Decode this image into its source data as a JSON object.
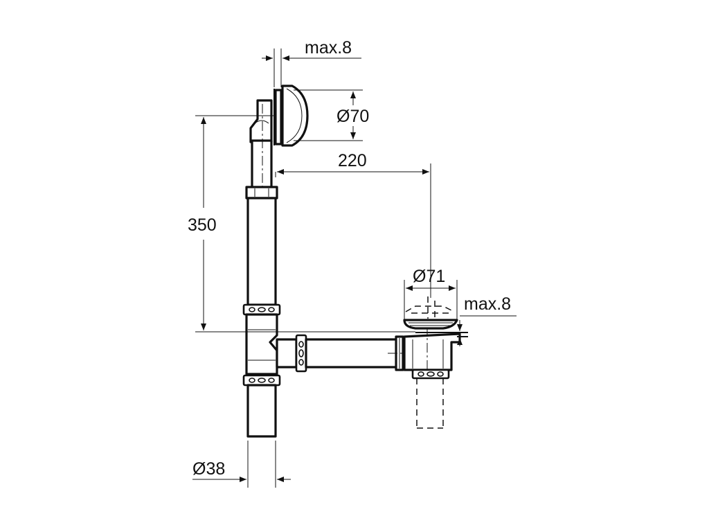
{
  "dimensions": {
    "overflow_wall_thickness": "max.8",
    "overflow_diameter": "Ø70",
    "horizontal_distance": "220",
    "overflow_height": "350",
    "waste_diameter": "Ø71",
    "waste_wall_thickness": "max.8",
    "outlet_diameter": "Ø38"
  }
}
